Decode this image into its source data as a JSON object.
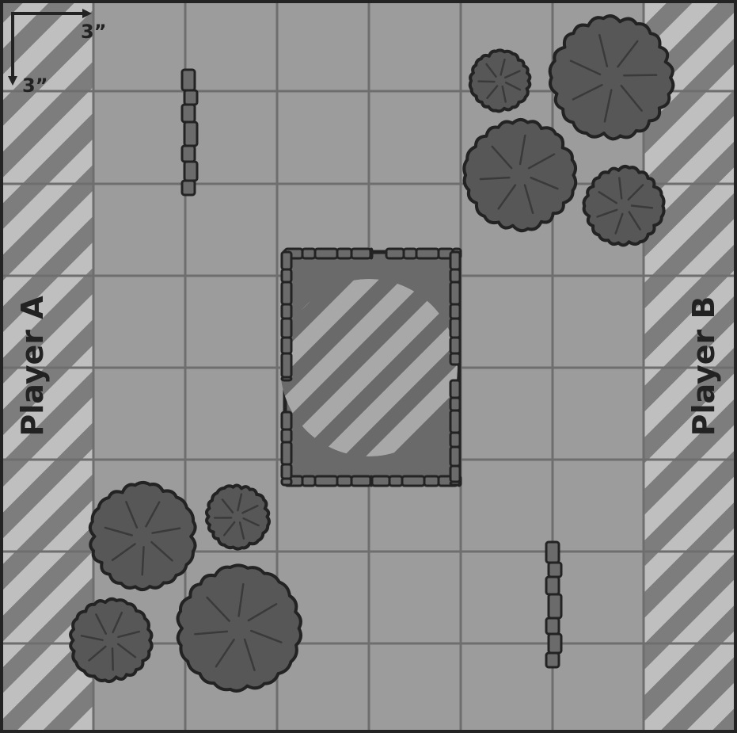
{
  "map": {
    "zones": {
      "left": {
        "label": "Player A"
      },
      "right": {
        "label": "Player B"
      }
    },
    "scale": {
      "horizontal_label": "3”",
      "vertical_label": "3”"
    },
    "terrain": {
      "forests": 8,
      "walls": 2,
      "ruin_objective": 1
    }
  },
  "colors": {
    "ground": "#9c9c9c",
    "grid_line": "#6e6e6e",
    "zone_stripe_dark": "#7d7d7d",
    "zone_stripe_light": "#bfbfbf",
    "tree_fill": "#575757",
    "outline": "#232323",
    "wall_fill": "#6b6b6b",
    "ruin_floor": "#6a6a6a",
    "objective_light": "#a8a8a8",
    "objective_dark": "#6a6a6a"
  },
  "icons": {
    "scale": "scale-arrow-icon",
    "tree": "tree-icon",
    "wall": "stone-wall-icon",
    "ruin": "ruin-icon",
    "objective": "objective-marker-icon"
  }
}
